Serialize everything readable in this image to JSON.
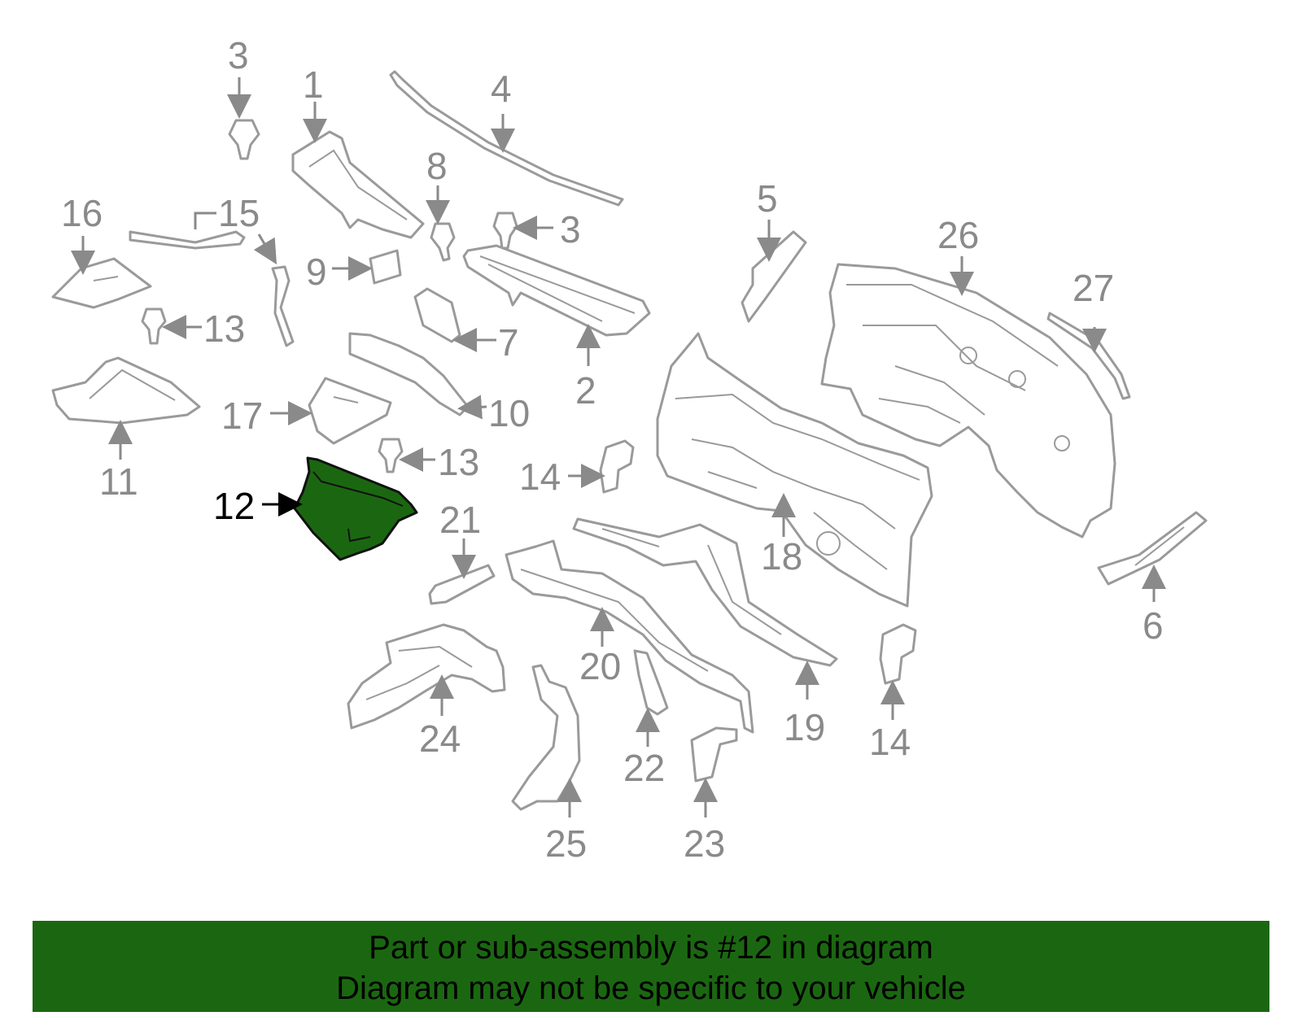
{
  "callouts": [
    "1",
    "2",
    "3",
    "3",
    "4",
    "5",
    "6",
    "7",
    "8",
    "9",
    "10",
    "11",
    "12",
    "13",
    "13",
    "14",
    "14",
    "15",
    "16",
    "17",
    "18",
    "19",
    "20",
    "21",
    "22",
    "23",
    "24",
    "25",
    "26",
    "27"
  ],
  "highlighted_part": "12",
  "colors": {
    "highlight": "#1b6711",
    "line": "#9a9a9a",
    "label": "#8a8a8a",
    "banner": "#1b6711"
  },
  "banner": {
    "line1": "Part or sub-assembly is #12 in diagram",
    "line2": "Diagram may not be specific to your vehicle"
  }
}
